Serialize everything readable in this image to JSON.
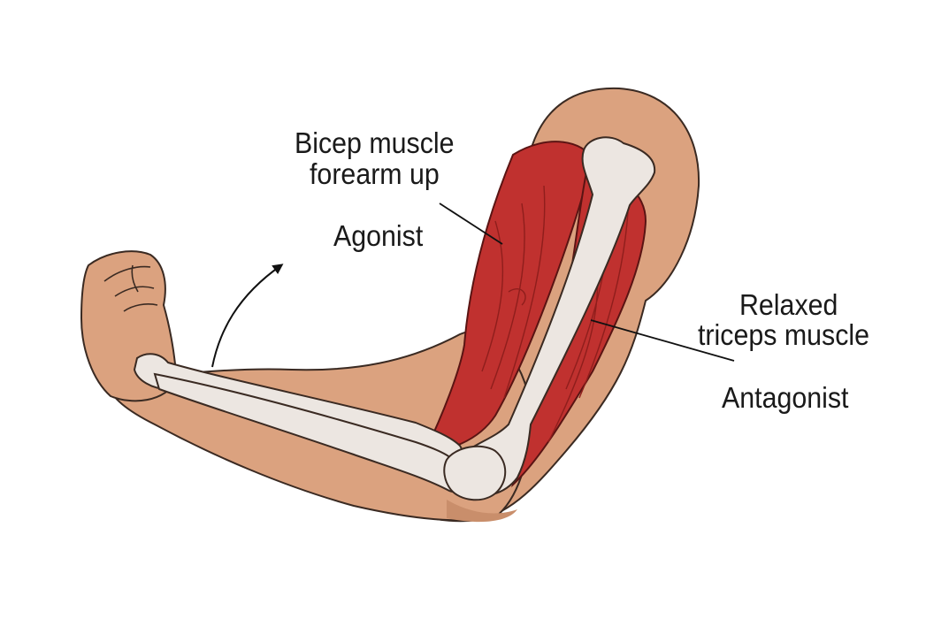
{
  "labels": {
    "bicep_line1": "Bicep muscle",
    "bicep_line2": "forearm up",
    "agonist": "Agonist",
    "triceps_line1": "Relaxed",
    "triceps_line2": "triceps muscle",
    "antagonist": "Antagonist"
  },
  "colors": {
    "skin": "#dba27f",
    "skin_shade": "#c98e6b",
    "muscle": "#c0312f",
    "muscle_dark": "#8f1e1c",
    "bone": "#ece6e1",
    "bone_outline": "#3a2a22",
    "text": "#1a1a1a"
  },
  "icons": [
    "flexion-arrow-icon",
    "leader-line-icon"
  ]
}
